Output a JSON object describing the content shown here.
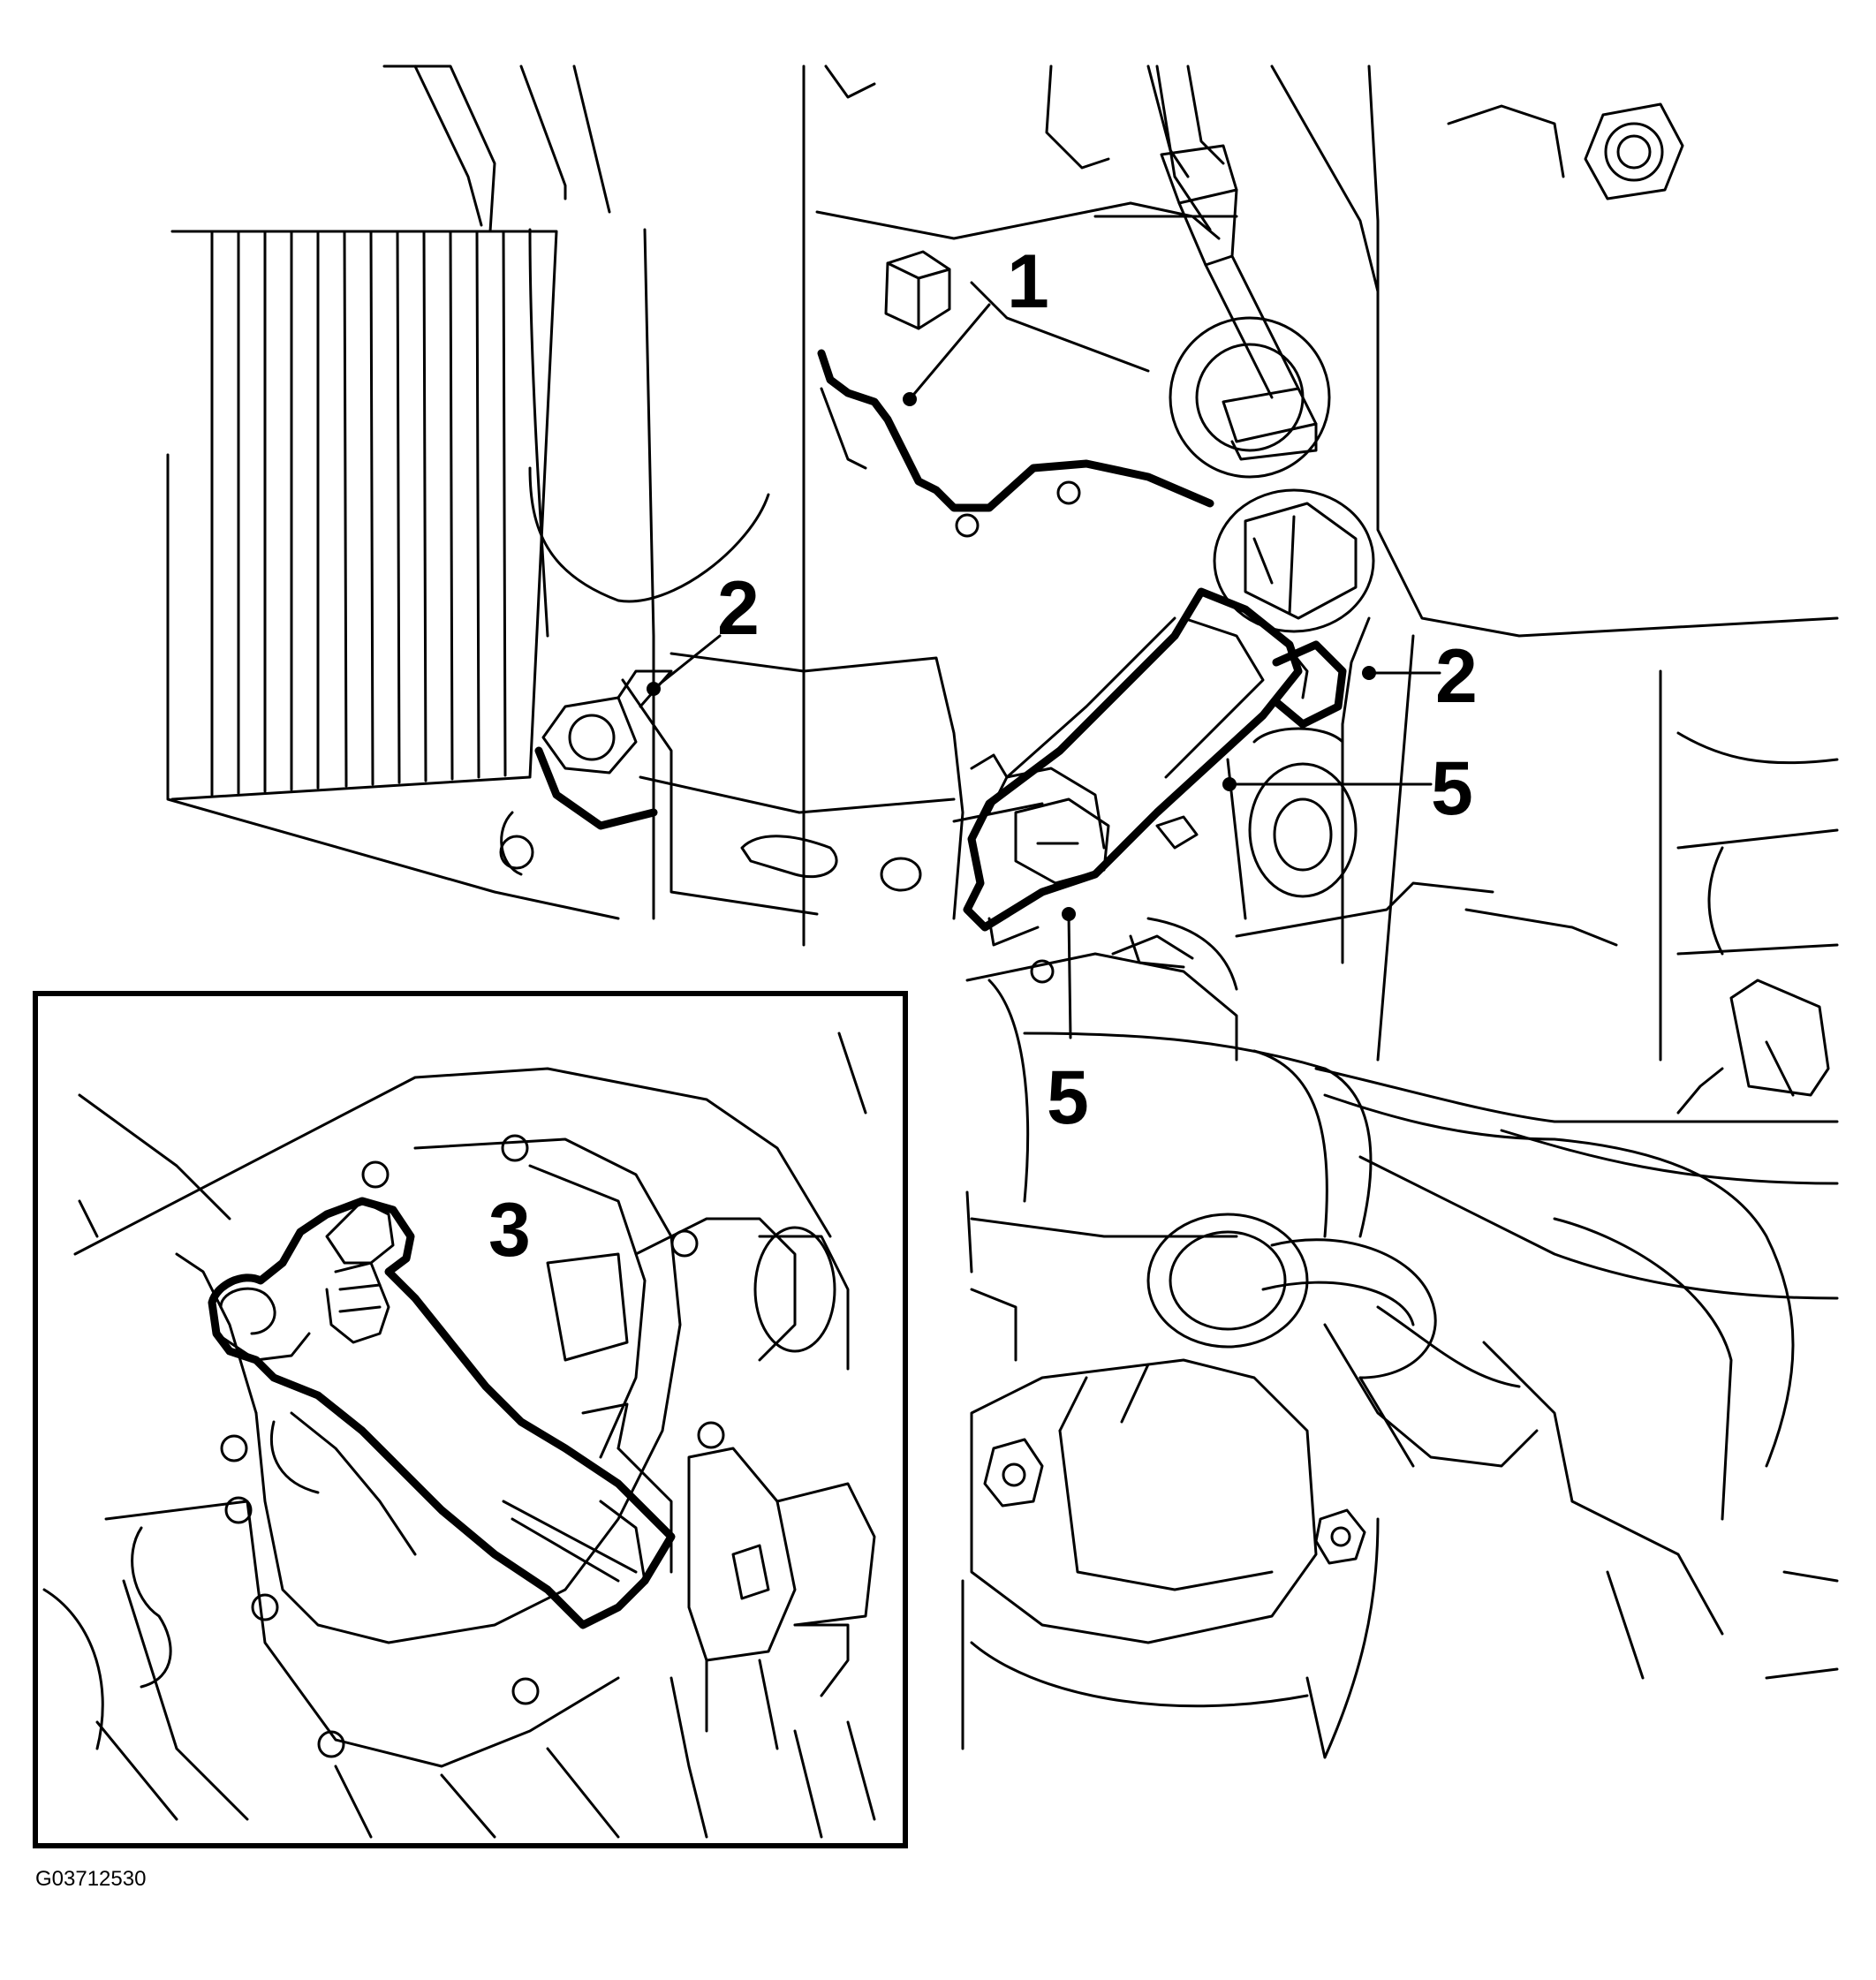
{
  "callouts": [
    {
      "id": "c1",
      "label": "1"
    },
    {
      "id": "c2a",
      "label": "2"
    },
    {
      "id": "c2b",
      "label": "2"
    },
    {
      "id": "c5a",
      "label": "5"
    },
    {
      "id": "c5b",
      "label": "5"
    },
    {
      "id": "c3",
      "label": "3"
    }
  ],
  "figure_id": "G03712530",
  "colors": {
    "line": "#000000",
    "background": "#ffffff"
  }
}
